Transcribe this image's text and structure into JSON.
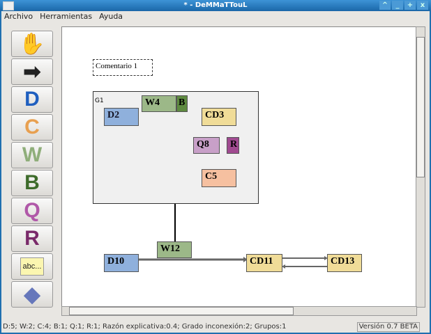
{
  "window": {
    "title": "* - DeMMaTTouL",
    "buttons": [
      "^",
      "_",
      "+",
      "x"
    ]
  },
  "menu": [
    "Archivo",
    "Herramientas",
    "Ayuda"
  ],
  "tools": [
    {
      "name": "hand-tool",
      "glyph": "✋",
      "color": "#aaa"
    },
    {
      "name": "arrow-tool",
      "glyph": "➡",
      "color": "#222"
    },
    {
      "name": "d-tool",
      "glyph": "D",
      "color": "#1f5fbf"
    },
    {
      "name": "c-tool",
      "glyph": "C",
      "color": "#e8a050"
    },
    {
      "name": "w-tool",
      "glyph": "W",
      "color": "#8fae7a"
    },
    {
      "name": "b-tool",
      "glyph": "B",
      "color": "#3d6b2a"
    },
    {
      "name": "q-tool",
      "glyph": "Q",
      "color": "#b058a8"
    },
    {
      "name": "r-tool",
      "glyph": "R",
      "color": "#7a2a6a"
    },
    {
      "name": "comment-tool",
      "glyph": "abc...",
      "color": "#222"
    },
    {
      "name": "eraser-tool",
      "glyph": "◆",
      "color": "#6677bb"
    }
  ],
  "diagram": {
    "comment": "Comentario 1",
    "group": "G1",
    "nodes": {
      "W4": "W4",
      "B": "B",
      "D2": "D2",
      "CD3": "CD3",
      "Q8": "Q8",
      "R": "R",
      "C5": "C5",
      "W12": "W12",
      "D10": "D10",
      "CD11": "CD11",
      "CD13": "CD13"
    }
  },
  "status": {
    "summary": "D:5; W:2; C:4; B:1; Q:1; R:1;  Razón explicativa:0.4; Grado inconexión:2; Grupos:1",
    "version": "Versión 0.7 BETA"
  }
}
